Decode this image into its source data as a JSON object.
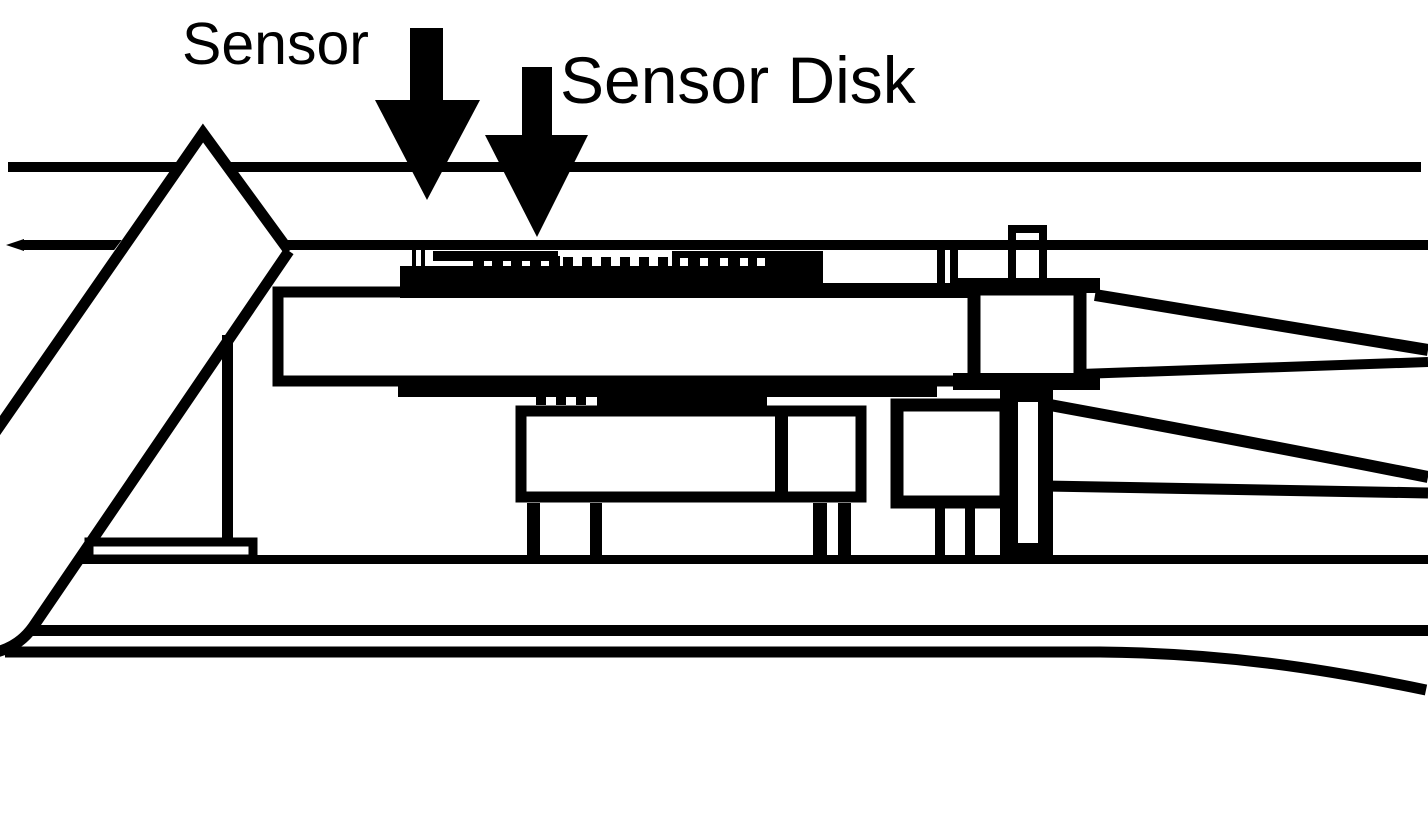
{
  "figure": {
    "labels": {
      "sensor": "Sensor",
      "sensor_disk": "Sensor Disk"
    },
    "colors": {
      "ink": "#000000",
      "background": "#ffffff"
    },
    "icons": {
      "sensor_pointer": "down-arrow",
      "sensor_disk_pointer": "down-arrow"
    }
  }
}
